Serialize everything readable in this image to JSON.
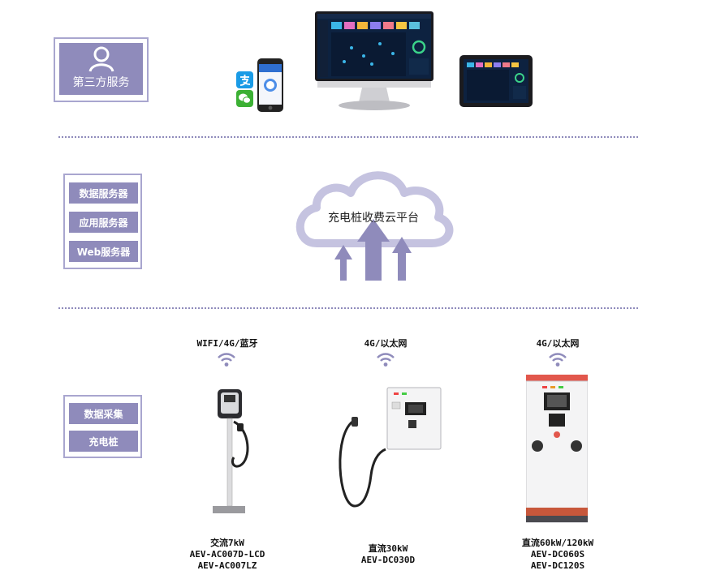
{
  "colors": {
    "accent": "#8f8bbb",
    "accent_light": "#a9a6cf",
    "cloud": "#c5c3e0",
    "arrow": "#8f8bbb",
    "wifi": "#8f8bbb"
  },
  "third_party": {
    "label": "第三方服务",
    "icon": "user-icon"
  },
  "apps": {
    "alipay_icon": "alipay-icon",
    "wechat_icon": "wechat-icon"
  },
  "servers": [
    "数据服务器",
    "应用服务器",
    "Web服务器"
  ],
  "cloud": {
    "title": "充电桩收费云平台"
  },
  "collection": [
    "数据采集",
    "充电桩"
  ],
  "chargers": [
    {
      "network": "WIFI/4G/蓝牙",
      "name": "交流7kW",
      "models": [
        "AEV-AC007D-LCD",
        "AEV-AC007LZ"
      ]
    },
    {
      "network": "4G/以太网",
      "name": "直流30kW",
      "models": [
        "AEV-DC030D"
      ]
    },
    {
      "network": "4G/以太网",
      "name": "直流60kW/120kW",
      "models": [
        "AEV-DC060S",
        "AEV-DC120S"
      ]
    }
  ]
}
